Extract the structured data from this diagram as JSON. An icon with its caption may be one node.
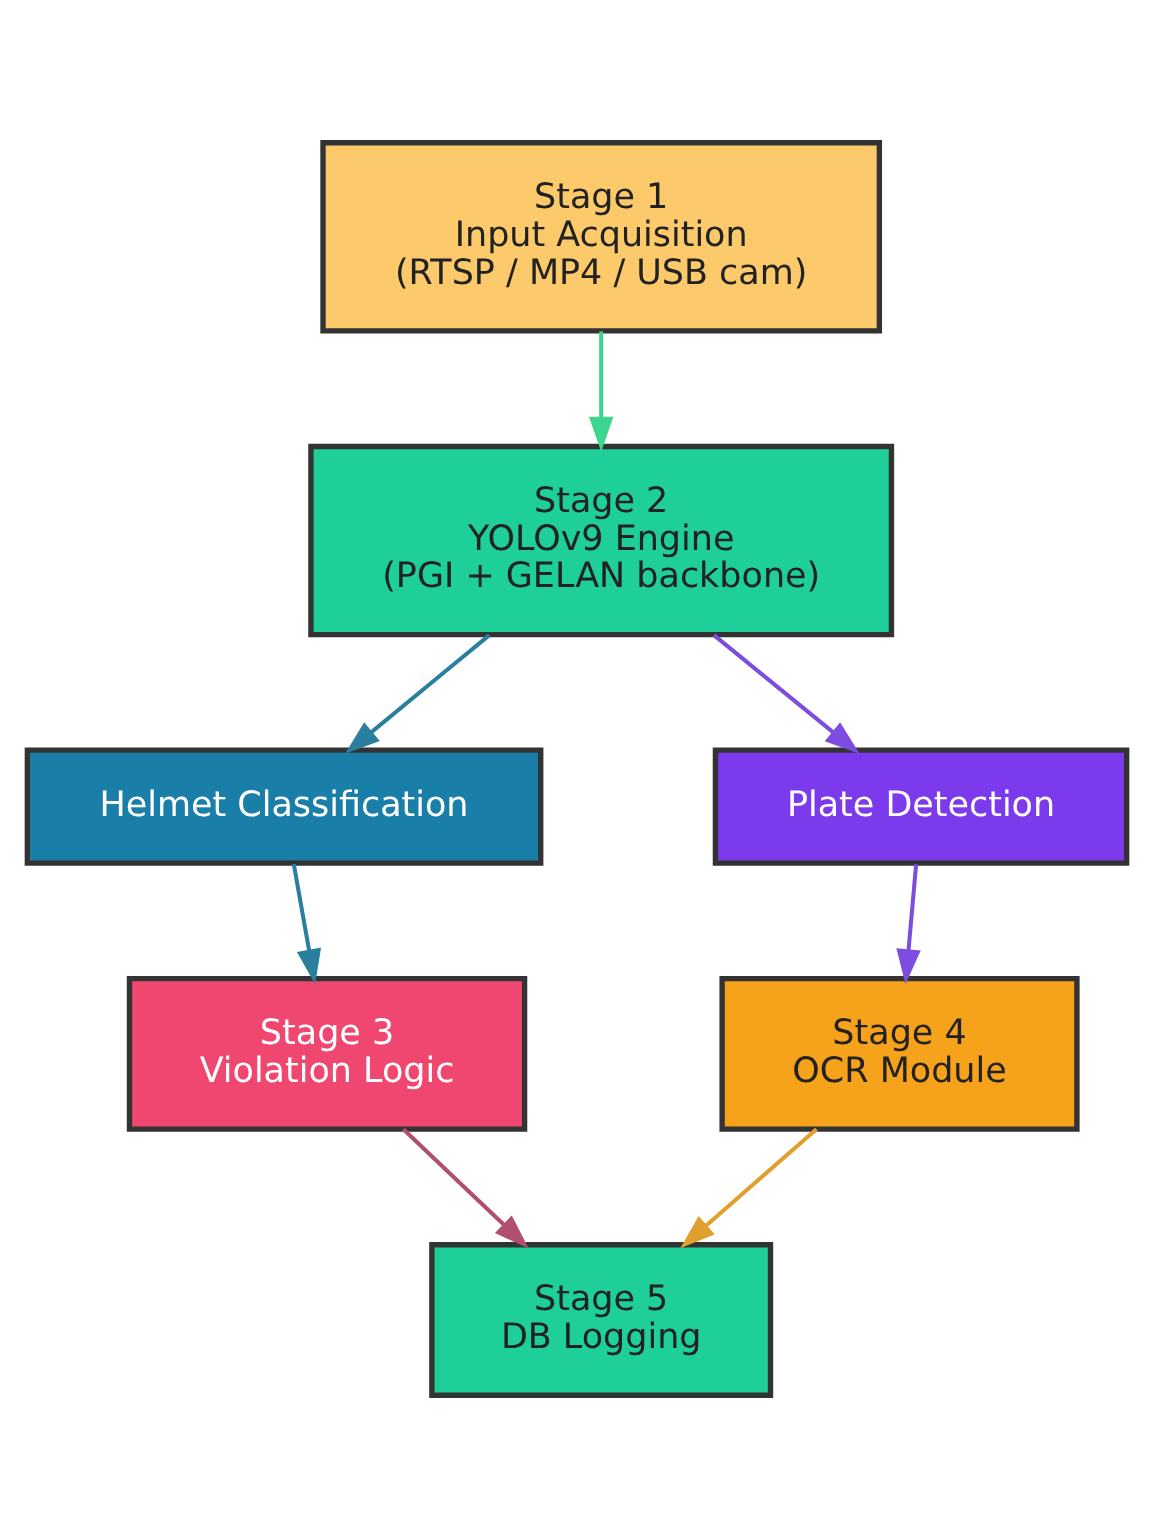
{
  "diagram": {
    "nodes": [
      {
        "text": [
          "Stage 1",
          "Input Acquisition",
          "(RTSP / MP4 / USB cam)"
        ]
      },
      {
        "text": [
          "Stage 2",
          "YOLOv9 Engine",
          "(PGI + GELAN backbone)"
        ]
      },
      {
        "text": [
          "Helmet Classification"
        ]
      },
      {
        "text": [
          "Plate Detection"
        ]
      },
      {
        "text": [
          "Stage 3",
          "Violation Logic"
        ]
      },
      {
        "text": [
          "Stage 4",
          "OCR Module"
        ]
      },
      {
        "text": [
          "Stage 5",
          "DB Logging"
        ]
      }
    ],
    "edges": [
      {
        "from": 0,
        "to": 1,
        "arrow": "to",
        "color": "#3dd68c"
      },
      {
        "from": 1,
        "to": 2,
        "arrow": "to",
        "color": "#2a7f9e"
      },
      {
        "from": 1,
        "to": 3,
        "arrow": "to",
        "color": "#7c4dde"
      },
      {
        "from": 2,
        "to": 4,
        "arrow": "to",
        "color": "#2a7f9e"
      },
      {
        "from": 3,
        "to": 5,
        "arrow": "to",
        "color": "#7c4dde"
      },
      {
        "from": 4,
        "to": 6,
        "arrow": "to",
        "color": "#b0506e"
      },
      {
        "from": 5,
        "to": 6,
        "arrow": "to",
        "color": "#e0a030"
      }
    ]
  }
}
